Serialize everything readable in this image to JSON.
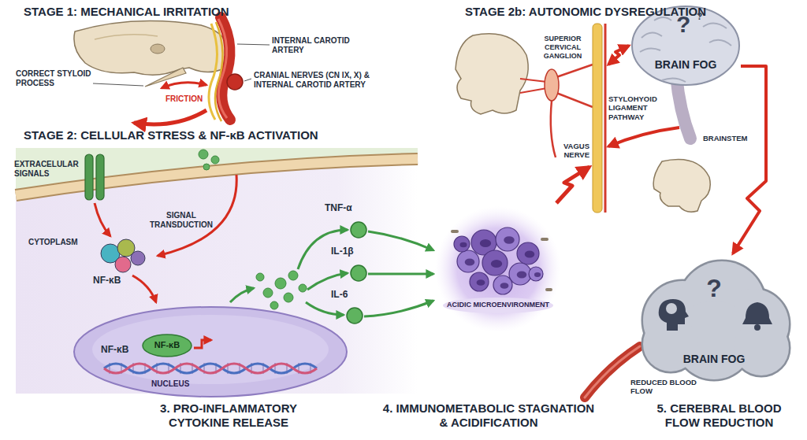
{
  "diagram": {
    "nodes": [
      {
        "text": [
          "NUCLEUS"
        ]
      },
      {
        "text": [
          "NF-κB"
        ],
        "in": 0
      },
      {
        "text": [
          "ACIDIC MICROENVIRONMENT"
        ]
      },
      {
        "text": [
          "?",
          "BRAIN FOG"
        ]
      },
      {
        "text": [
          "?",
          "BRAIN FOG"
        ]
      }
    ],
    "edges": [
      {
        "from": 3,
        "to": 4,
        "arrow": "to"
      }
    ],
    "labels": [
      "STAGE 1: MECHANICAL IRRITATION",
      "INTERNAL CAROTID ARTERY",
      "CORRECT STYLOID PROCESS",
      "FRICTION",
      "CRANIAL NERVES (CN IX, X) & INTERNAL CAROTID ARTERY",
      "STAGE 2: CELLULAR STRESS & NF-κB ACTIVATION",
      "EXTRACELULAR SIGNALS",
      "SIGNAL TRANSDUCTION",
      "CYTOPLASM",
      "NF-κB",
      "NF-κB",
      "TNF-α",
      "IL-1β",
      "IL-6",
      "3. PRO-INFLAMMATORY CYTOKINE RELEASE",
      "4. IMMUNOMETABOLIC STAGNATION & ACIDIFICATION",
      "5. CEREBRAL BLOOD FLOW REDUCTION",
      "STAGE 2b: AUTONOMIC DYSREGULATION",
      "SUPERIOR CERVICAL GANGLION",
      "STYLOHYOID LIGAMENT PATHWAY",
      "VAGUS NERVE",
      "BRAINSTEM",
      "REDUCED BLOOD FLOW",
      "?"
    ]
  }
}
